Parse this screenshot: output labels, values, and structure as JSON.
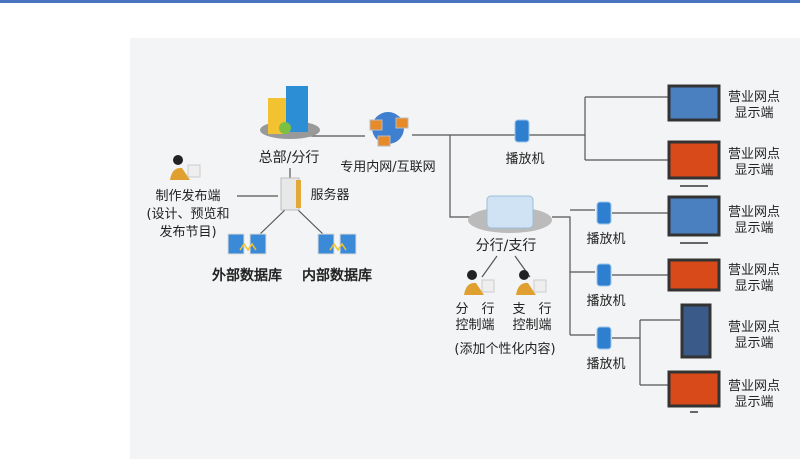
{
  "nodes": {
    "hq": "总部/分行",
    "network": "专用内网/互联网",
    "server": "服务器",
    "producer": [
      "制作发布端",
      "(设计、预览和",
      "发布节目)"
    ],
    "external_db": "外部数据库",
    "internal_db": "内部数据库",
    "branch": "分行/支行",
    "branch_ctrl": [
      "分　行",
      "控制端"
    ],
    "sub_ctrl": [
      "支　行",
      "控制端"
    ],
    "custom_note": "(添加个性化内容)",
    "player": "播放机",
    "display": [
      "营业网点",
      "显示端"
    ]
  },
  "colors": {
    "accent": "#4a74c0",
    "line": "#555555",
    "panel": "#f3f4f5"
  }
}
